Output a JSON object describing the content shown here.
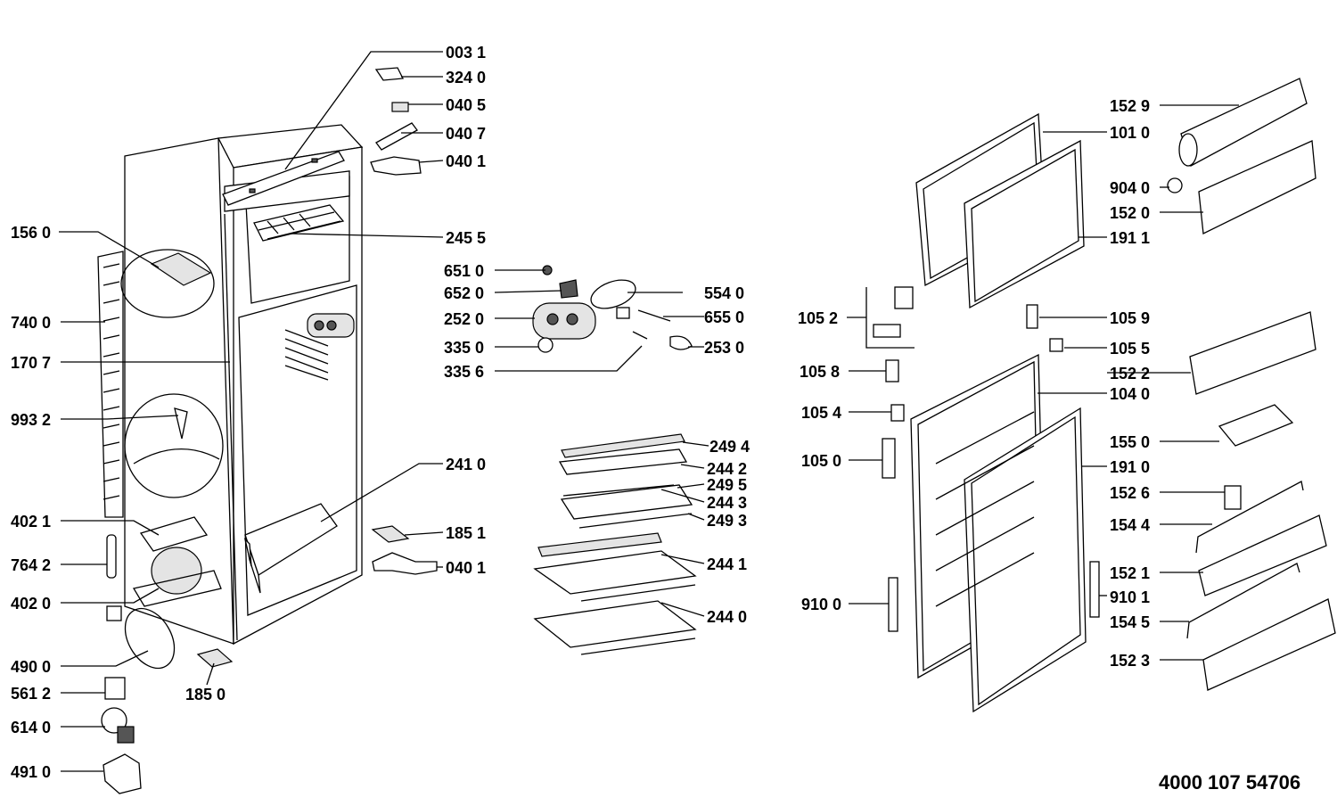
{
  "labels": {
    "l0031": "003 1",
    "l3240": "324 0",
    "l0405": "040 5",
    "l0407": "040 7",
    "l0401a": "040 1",
    "l1560": "156 0",
    "l2455": "245 5",
    "l6510": "651 0",
    "l6520": "652 0",
    "l5540": "554 0",
    "l7400": "740 0",
    "l2520": "252 0",
    "l6550": "655 0",
    "l3350": "335 0",
    "l2530": "253 0",
    "l1707": "170 7",
    "l3356": "335 6",
    "l9932": "993 2",
    "l2410": "241 0",
    "l2494": "249 4",
    "l2442": "244 2",
    "l2495": "249 5",
    "l2443": "244 3",
    "l2493": "249 3",
    "l4021": "402 1",
    "l1851": "185 1",
    "l7642": "764 2",
    "l0401b": "040 1",
    "l2441": "244 1",
    "l4020": "402 0",
    "l2440": "244 0",
    "l4900": "490 0",
    "l5612": "561 2",
    "l1850": "185 0",
    "l6140": "614 0",
    "l4910": "491 0",
    "l1529": "152 9",
    "l1010": "101 0",
    "l9040": "904 0",
    "l1520": "152 0",
    "l1911": "191 1",
    "l1052": "105 2",
    "l1059": "105 9",
    "l1055": "105 5",
    "l1058": "105 8",
    "l1522": "152 2",
    "l1040": "104 0",
    "l1054": "105 4",
    "l1550": "155 0",
    "l1050": "105 0",
    "l1910": "191 0",
    "l1526": "152 6",
    "l1544": "154 4",
    "l1521": "152 1",
    "l9100": "910 0",
    "l9101": "910 1",
    "l1545": "154 5",
    "l1523": "152 3"
  },
  "document_number": "4000 107 54706"
}
